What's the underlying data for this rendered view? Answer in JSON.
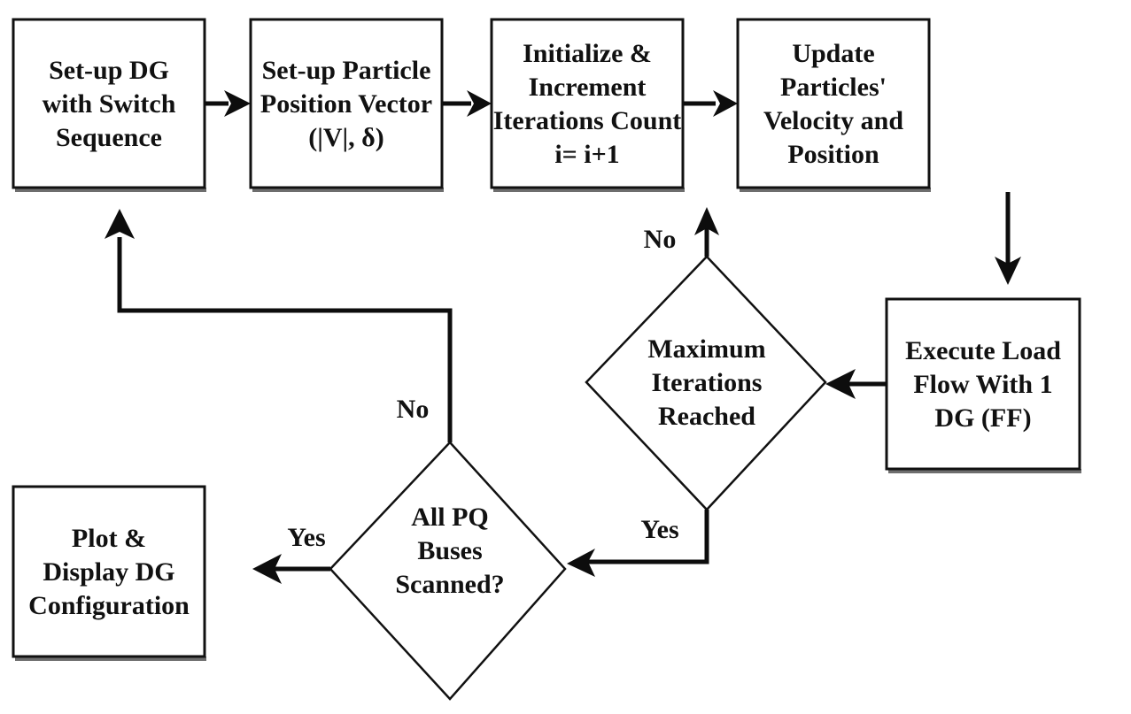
{
  "diagram": {
    "type": "flowchart",
    "nodes": {
      "setup_dg": {
        "shape": "process",
        "lines": [
          "Set-up DG",
          "with Switch",
          "Sequence"
        ]
      },
      "setup_particle": {
        "shape": "process",
        "lines": [
          "Set-up Particle",
          "Position Vector",
          "(|V|, δ)"
        ]
      },
      "init_increment": {
        "shape": "process",
        "lines": [
          "Initialize &",
          "Increment",
          "Iterations Count",
          "i= i+1"
        ]
      },
      "update_particles": {
        "shape": "process",
        "lines": [
          "Update",
          "Particles'",
          "Velocity and",
          "Position"
        ]
      },
      "execute_load_flow": {
        "shape": "process",
        "lines": [
          "Execute Load",
          "Flow With 1",
          "DG (FF)"
        ]
      },
      "max_iterations": {
        "shape": "decision",
        "lines": [
          "Maximum",
          "Iterations",
          "Reached"
        ]
      },
      "all_pq_buses": {
        "shape": "decision",
        "lines": [
          "All PQ",
          "Buses",
          "Scanned?"
        ]
      },
      "plot_display": {
        "shape": "process",
        "lines": [
          "Plot &",
          "Display DG",
          "Configuration"
        ]
      }
    },
    "edges": [
      {
        "from": "setup_dg",
        "to": "setup_particle",
        "label": ""
      },
      {
        "from": "setup_particle",
        "to": "init_increment",
        "label": ""
      },
      {
        "from": "init_increment",
        "to": "update_particles",
        "label": ""
      },
      {
        "from": "update_particles",
        "to": "execute_load_flow",
        "label": ""
      },
      {
        "from": "execute_load_flow",
        "to": "max_iterations",
        "label": ""
      },
      {
        "from": "max_iterations",
        "to": "init_increment",
        "label": "No"
      },
      {
        "from": "max_iterations",
        "to": "all_pq_buses",
        "label": "Yes"
      },
      {
        "from": "all_pq_buses",
        "to": "setup_dg",
        "label": "No"
      },
      {
        "from": "all_pq_buses",
        "to": "plot_display",
        "label": "Yes"
      }
    ],
    "colors": {
      "stroke": "#111111",
      "fill": "#ffffff",
      "text": "#111111"
    }
  }
}
